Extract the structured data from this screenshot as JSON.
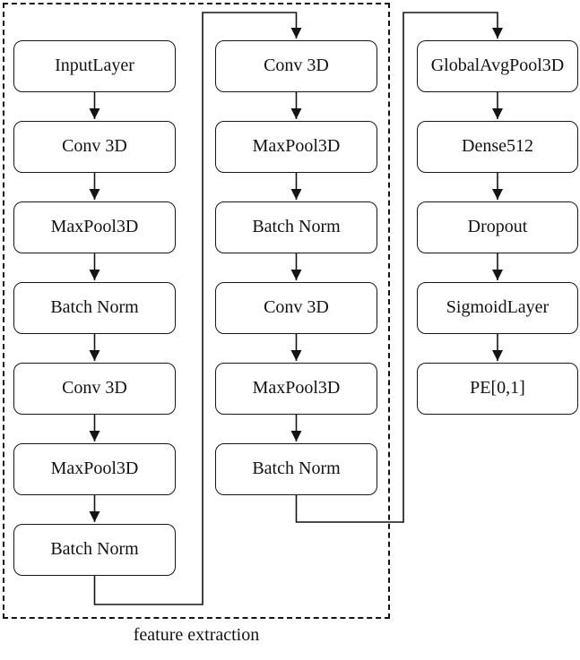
{
  "diagram": {
    "caption": "feature extraction",
    "columns": [
      {
        "name": "feature-extraction-column-1",
        "nodes": [
          "InputLayer",
          "Conv 3D",
          "MaxPool3D",
          "Batch Norm",
          "Conv 3D",
          "MaxPool3D",
          "Batch Norm"
        ]
      },
      {
        "name": "feature-extraction-column-2",
        "nodes": [
          "Conv 3D",
          "MaxPool3D",
          "Batch Norm",
          "Conv 3D",
          "MaxPool3D",
          "Batch Norm"
        ]
      },
      {
        "name": "classification-head-column",
        "nodes": [
          "GlobalAvgPool3D",
          "Dense512",
          "Dropout",
          "SigmoidLayer",
          "PE[0,1]"
        ]
      }
    ],
    "colors": {
      "line": "#141414",
      "box_border": "#161616",
      "background": "#ffffff",
      "text": "#121212"
    }
  }
}
